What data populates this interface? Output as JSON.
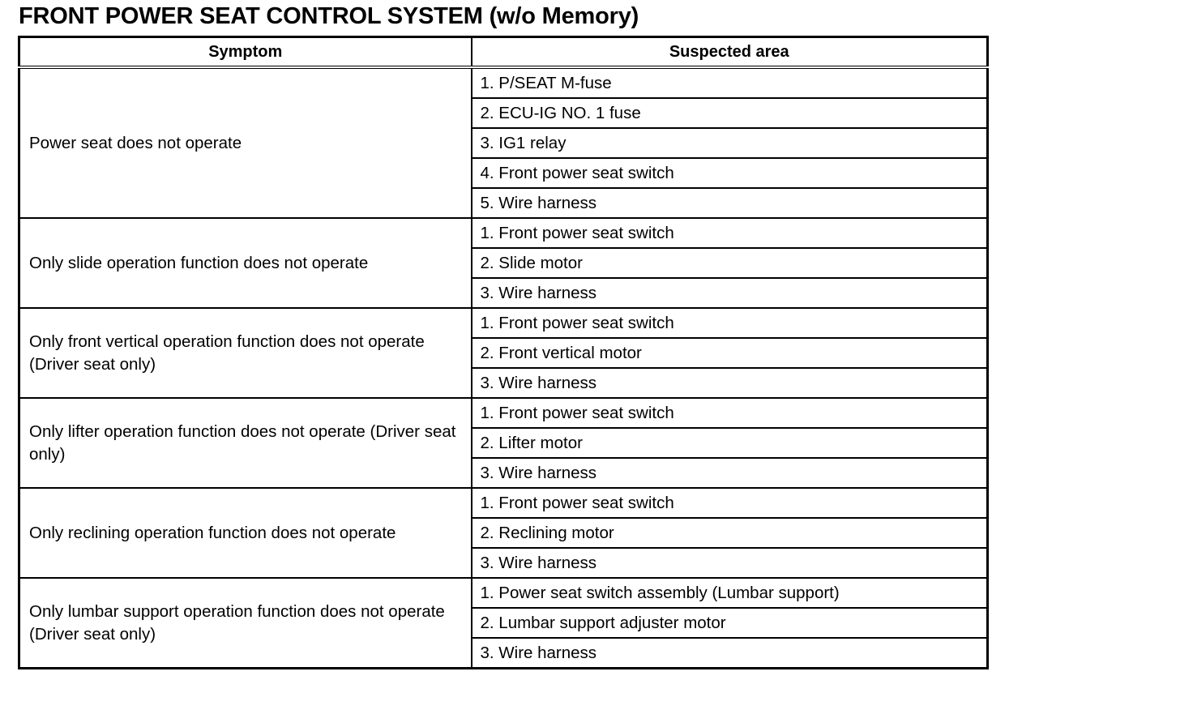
{
  "title": "FRONT POWER SEAT CONTROL SYSTEM (w/o Memory)",
  "headers": {
    "symptom": "Symptom",
    "suspected_area": "Suspected area"
  },
  "rows": [
    {
      "symptom": "Power seat does not operate",
      "areas": [
        "1. P/SEAT M-fuse",
        "2. ECU-IG NO. 1 fuse",
        "3. IG1 relay",
        "4. Front power seat switch",
        "5. Wire harness"
      ]
    },
    {
      "symptom": "Only slide operation function does not operate",
      "areas": [
        "1. Front power seat switch",
        "2. Slide motor",
        "3. Wire harness"
      ]
    },
    {
      "symptom": "Only front vertical operation function does not operate (Driver seat only)",
      "areas": [
        "1. Front power seat switch",
        "2. Front vertical motor",
        "3. Wire harness"
      ]
    },
    {
      "symptom": "Only lifter operation function does not operate (Driver seat only)",
      "areas": [
        "1. Front power seat switch",
        "2. Lifter motor",
        "3. Wire harness"
      ]
    },
    {
      "symptom": "Only reclining operation function does not operate",
      "areas": [
        "1. Front power seat switch",
        "2. Reclining motor",
        "3. Wire harness"
      ]
    },
    {
      "symptom": "Only lumbar support operation function does not operate (Driver seat only)",
      "areas": [
        "1. Power seat switch assembly (Lumbar support)",
        "2. Lumbar support adjuster motor",
        "3. Wire harness"
      ]
    }
  ]
}
